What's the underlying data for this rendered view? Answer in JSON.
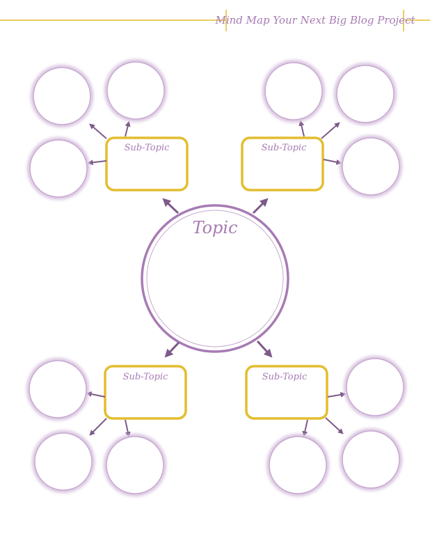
{
  "header": {
    "title": "Mind Map Your Next Big Blog Project"
  },
  "center": {
    "label": "Topic"
  },
  "subtopics": [
    {
      "label": "Sub-Topic"
    },
    {
      "label": "Sub-Topic"
    },
    {
      "label": "Sub-Topic"
    },
    {
      "label": "Sub-Topic"
    }
  ],
  "colors": {
    "gold": "#e3bd2f",
    "purple": "#a77bb4",
    "arrow": "#7d5a89",
    "circle_glow": "#d9c4e0"
  }
}
